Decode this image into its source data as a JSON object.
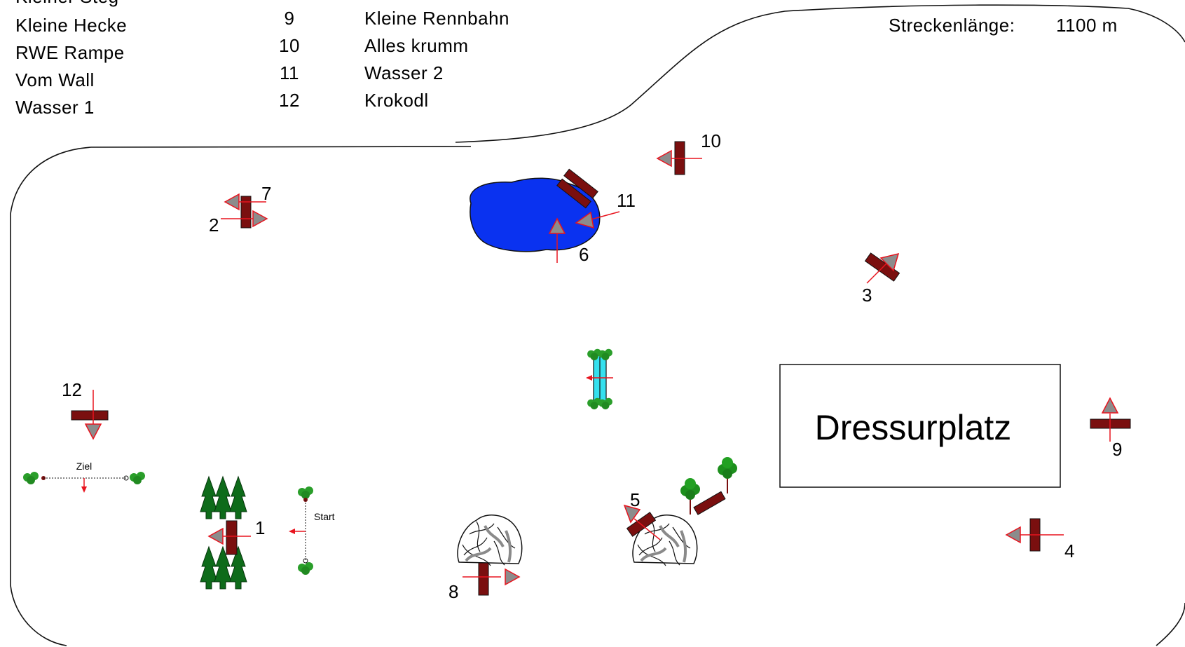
{
  "legend": {
    "left_col": [
      {
        "name": "Kleiner Steg"
      },
      {
        "name": "Kleine Hecke"
      },
      {
        "name": "RWE Rampe"
      },
      {
        "name": "Vom Wall"
      },
      {
        "name": "Wasser 1"
      }
    ],
    "right_col": [
      {
        "num": "9",
        "name": "Kleine Rennbahn"
      },
      {
        "num": "10",
        "name": "Alles krumm"
      },
      {
        "num": "11",
        "name": "Wasser 2"
      },
      {
        "num": "12",
        "name": "Krokodl"
      }
    ]
  },
  "course_length": {
    "label": "Streckenlänge:",
    "value": "1100 m"
  },
  "arena": {
    "label": "Dressurplatz"
  },
  "start_label": "Start",
  "finish_label": "Ziel",
  "obstacles": [
    {
      "num": "1"
    },
    {
      "num": "2"
    },
    {
      "num": "3"
    },
    {
      "num": "4"
    },
    {
      "num": "5"
    },
    {
      "num": "6"
    },
    {
      "num": "7"
    },
    {
      "num": "8"
    },
    {
      "num": "9"
    },
    {
      "num": "10"
    },
    {
      "num": "11"
    },
    {
      "num": "12"
    }
  ],
  "colors": {
    "obstacle": "#7a0f0f",
    "arrow_line": "#e8141e",
    "arrow_head": "#8c8c8c",
    "pond": "#0a32f0",
    "water_jump": "#35e0ee",
    "tree": "#0e6b1a",
    "bush": "#2a9e2a",
    "rock": "#8a8a8a"
  },
  "icons": {
    "obstacle": "obstacle-bar-icon",
    "direction": "direction-arrow-icon",
    "tree": "conifer-tree-icon",
    "bush": "bush-icon",
    "rock": "rock-icon",
    "pond": "pond-icon"
  }
}
